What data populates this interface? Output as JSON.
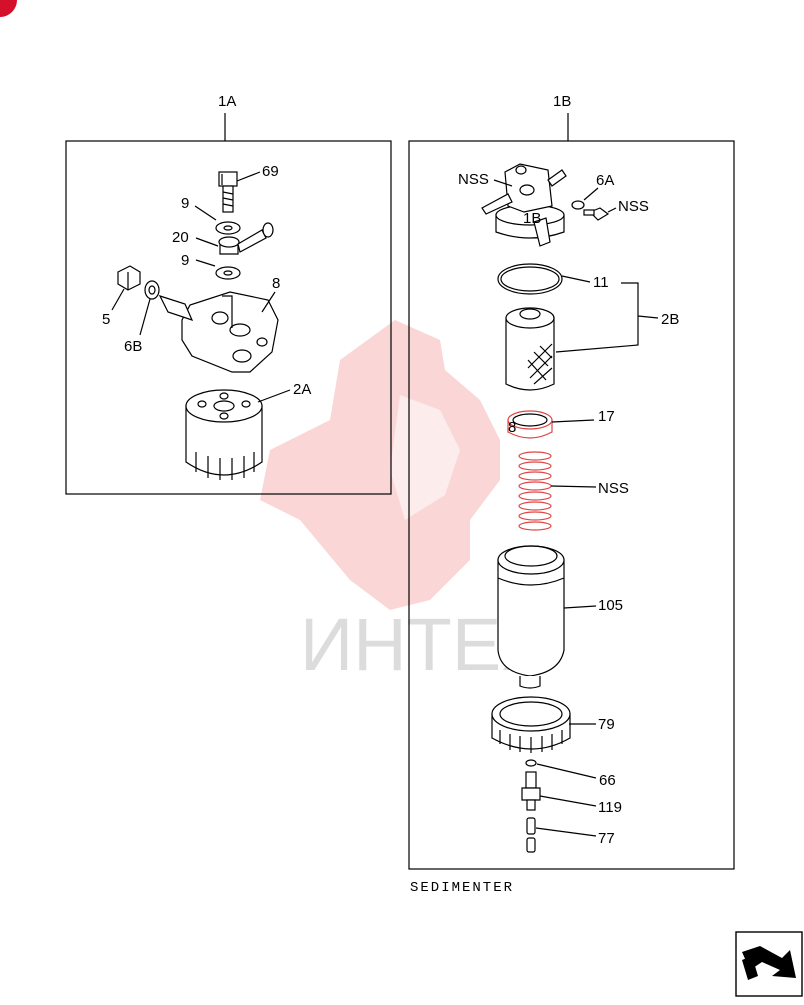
{
  "watermark": {
    "text": "ИНТЕХ",
    "color": "#f2b8b8"
  },
  "corner_mark_color": "#d4102a",
  "groups": {
    "g1A": {
      "label": "1A"
    },
    "g1B": {
      "label": "1B"
    }
  },
  "caption": "SEDIMENTER",
  "callouts": {
    "c69": "69",
    "c9a": "9",
    "c20": "20",
    "c9b": "9",
    "c8": "8",
    "c5": "5",
    "c6B": "6B",
    "c2A": "2A",
    "cNSS1": "NSS",
    "c6A": "6A",
    "cNSS2": "NSS",
    "c1Bpart": "1B",
    "c11": "11",
    "c2B": "2B",
    "c17": "17",
    "c8b": "8",
    "cNSS3": "NSS",
    "c105": "105",
    "c79": "79",
    "c66": "66",
    "c119": "119",
    "c77": "77"
  },
  "nav_icon": "next-page-arrow-icon"
}
